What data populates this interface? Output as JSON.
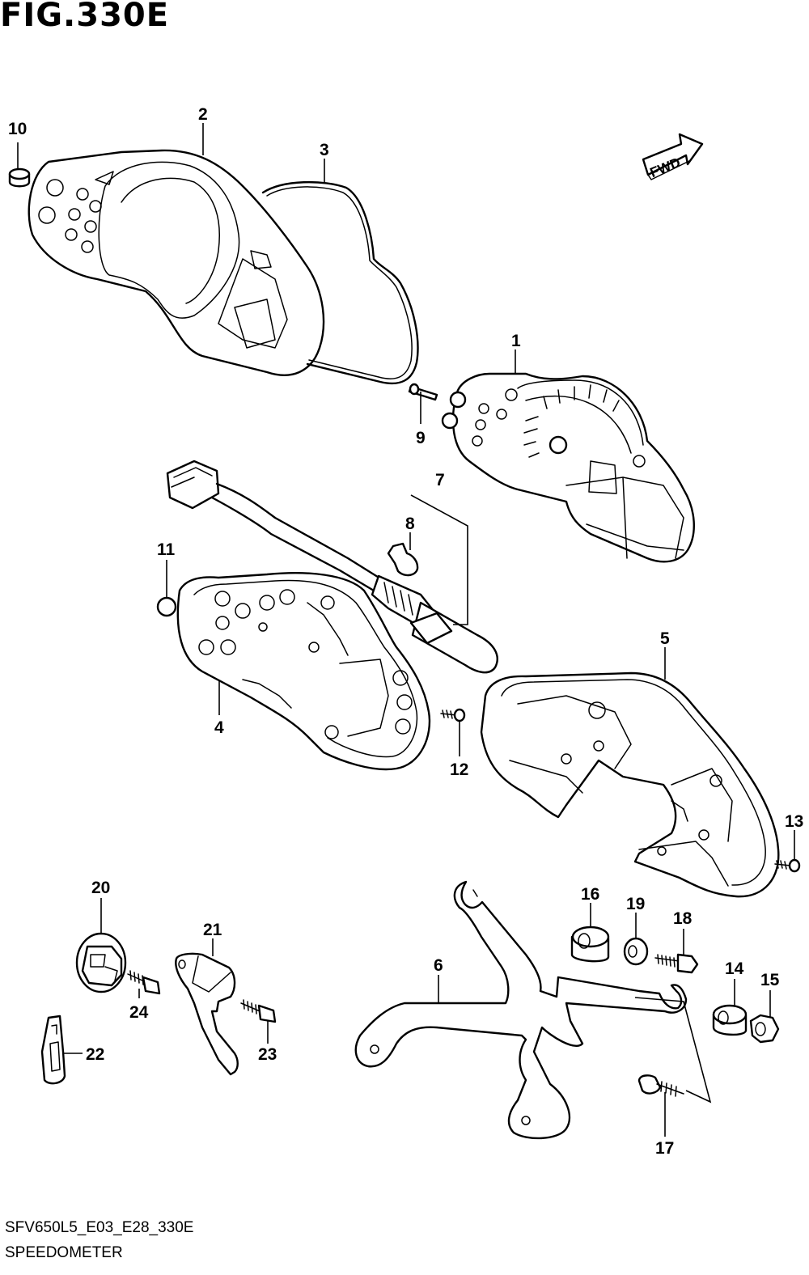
{
  "figure": {
    "title": "FIG.330E"
  },
  "fwd_label": "FWD",
  "parts": [
    {
      "ref": "1"
    },
    {
      "ref": "2"
    },
    {
      "ref": "3"
    },
    {
      "ref": "4"
    },
    {
      "ref": "5"
    },
    {
      "ref": "6"
    },
    {
      "ref": "7"
    },
    {
      "ref": "8"
    },
    {
      "ref": "9"
    },
    {
      "ref": "10"
    },
    {
      "ref": "11"
    },
    {
      "ref": "12"
    },
    {
      "ref": "13"
    },
    {
      "ref": "14"
    },
    {
      "ref": "15"
    },
    {
      "ref": "16"
    },
    {
      "ref": "17"
    },
    {
      "ref": "18"
    },
    {
      "ref": "19"
    },
    {
      "ref": "20"
    },
    {
      "ref": "21"
    },
    {
      "ref": "22"
    },
    {
      "ref": "23"
    },
    {
      "ref": "24"
    }
  ],
  "footer": {
    "code": "SFV650L5_E03_E28_330E",
    "name": "SPEEDOMETER"
  }
}
